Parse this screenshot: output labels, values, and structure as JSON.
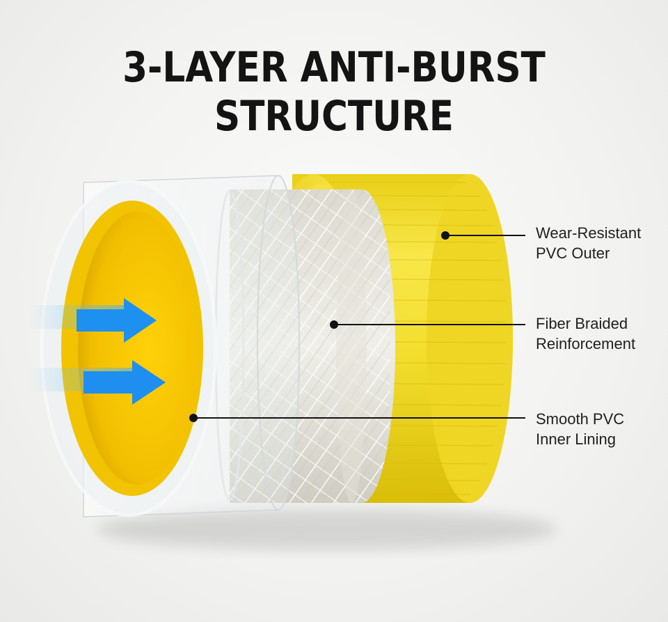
{
  "title": "3-LAYER ANTI-BURST STRUCTURE",
  "layers": [
    {
      "line1": "Wear-Resistant",
      "line2": "PVC Outer"
    },
    {
      "line1": "Fiber Braided",
      "line2": "Reinforcement"
    },
    {
      "line1": "Smooth PVC",
      "line2": "Inner Lining"
    }
  ],
  "colors": {
    "outer_yellow": "#f2dc2c",
    "inner_yellow": "#f5c400",
    "arrow_blue": "#1e90f0",
    "text": "#141414"
  }
}
